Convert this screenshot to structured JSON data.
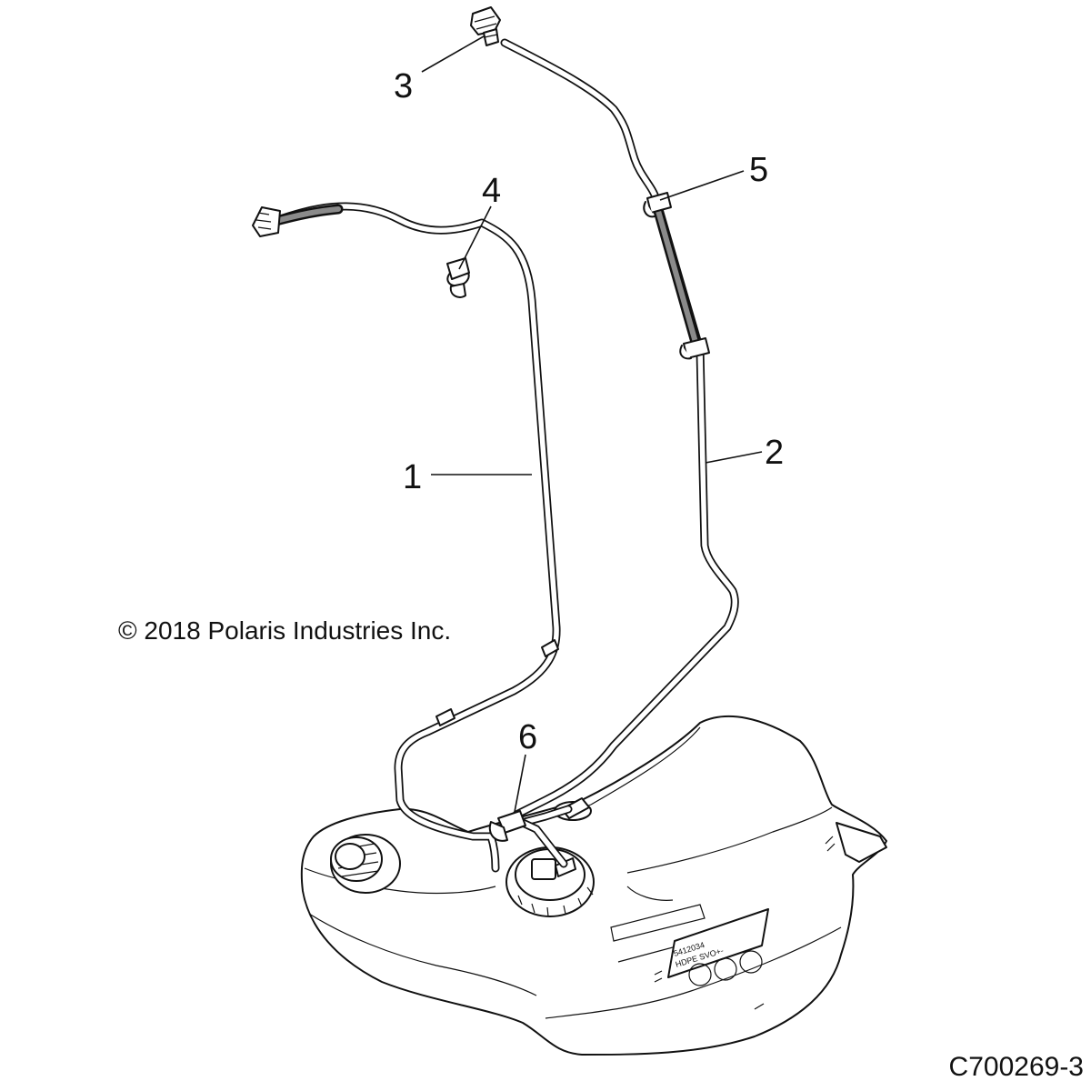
{
  "diagram": {
    "callouts": [
      {
        "id": "callout-1",
        "label": "1"
      },
      {
        "id": "callout-2",
        "label": "2"
      },
      {
        "id": "callout-3",
        "label": "3"
      },
      {
        "id": "callout-4",
        "label": "4"
      },
      {
        "id": "callout-5",
        "label": "5"
      },
      {
        "id": "callout-6",
        "label": "6"
      }
    ],
    "copyright": "© 2018 Polaris Industries Inc.",
    "figure_id": "C700269-3",
    "tank_label_lines": [
      "5412034",
      "HDPE  SVO+-"
    ]
  }
}
